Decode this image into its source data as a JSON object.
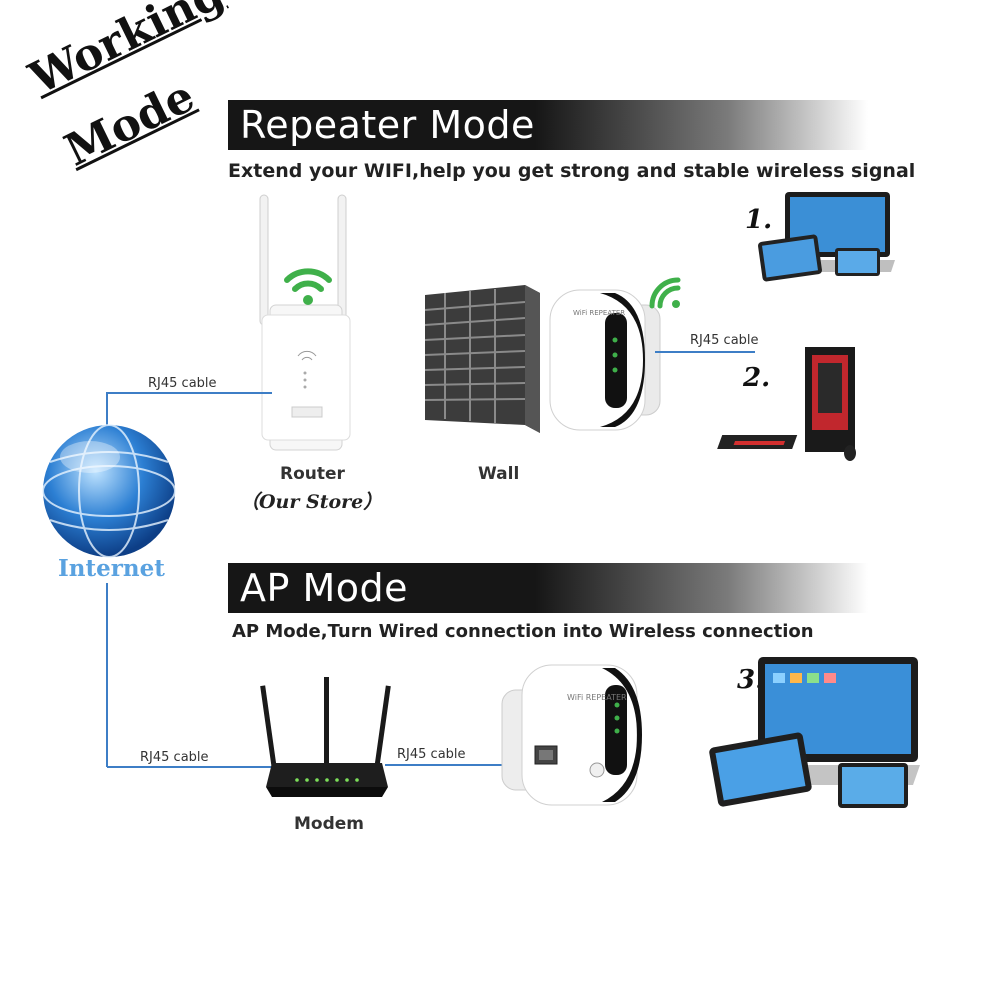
{
  "corner_title": "Working Mode",
  "repeater": {
    "title": "Repeater Mode",
    "subtitle": "Extend your WIFI,help you get strong and stable wireless signal",
    "router_label": "Router",
    "router_sub": "（Our Store）",
    "wall_label": "Wall",
    "cable_left": "RJ45 cable",
    "cable_right": "RJ45 cable",
    "device_1": "1.",
    "device_2": "2."
  },
  "internet_label": "Internet",
  "ap": {
    "title": "AP Mode",
    "subtitle": "AP Mode,Turn Wired connection into Wireless connection",
    "modem_label": "Modem",
    "cable_left": "RJ45 cable",
    "cable_right": "RJ45 cable",
    "device_3": "3."
  },
  "repeater_device_text": "WiFi REPEATER",
  "colors": {
    "cable_line": "#3d7ec6",
    "wifi_green": "#3fb04a",
    "internet_text": "#5aa2e0",
    "banner": "#161616"
  }
}
